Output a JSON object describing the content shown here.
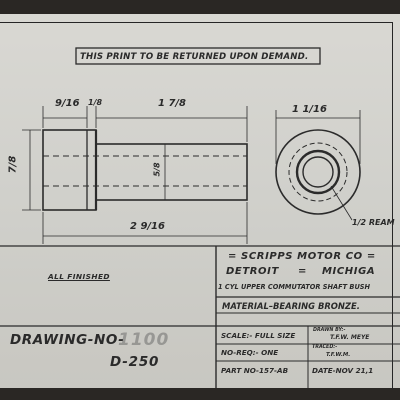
{
  "notice": "THIS PRINT TO BE RETURNED UPON DEMAND.",
  "dimensions": {
    "flange_width": "9/16",
    "flange_thickness": "1/8",
    "shaft_length": "1 7/8",
    "overall_length": "2 9/16",
    "height": "7/8",
    "shaft_dia": "5/8",
    "outer_dia": "1 1/16",
    "ream": "1/2 REAM"
  },
  "note": "ALL FINISHED",
  "title_block": {
    "company": "= SCRIPPS MOTOR CO =",
    "city": "DETROIT",
    "separator": "=",
    "state": "MICHIGA",
    "part_name": "1 CYL UPPER COMMUTATOR SHAFT BUSH",
    "material": "MATERIAL–BEARING BRONZE.",
    "scale": "SCALE:- FULL SIZE",
    "drawn_by_label": "DRAWN BY:-",
    "drawn_by": "T.F.W. MEYE",
    "no_req": "NO-REQ:- ONE",
    "traced_label": "TRACED:-",
    "traced_by": "T.F.W.M.",
    "part_no": "PART NO-157-AB",
    "date": "DATE-NOV 21,1"
  },
  "drawing": {
    "label": "DRAWING-NO-",
    "number": "1100",
    "code": "D-250"
  }
}
